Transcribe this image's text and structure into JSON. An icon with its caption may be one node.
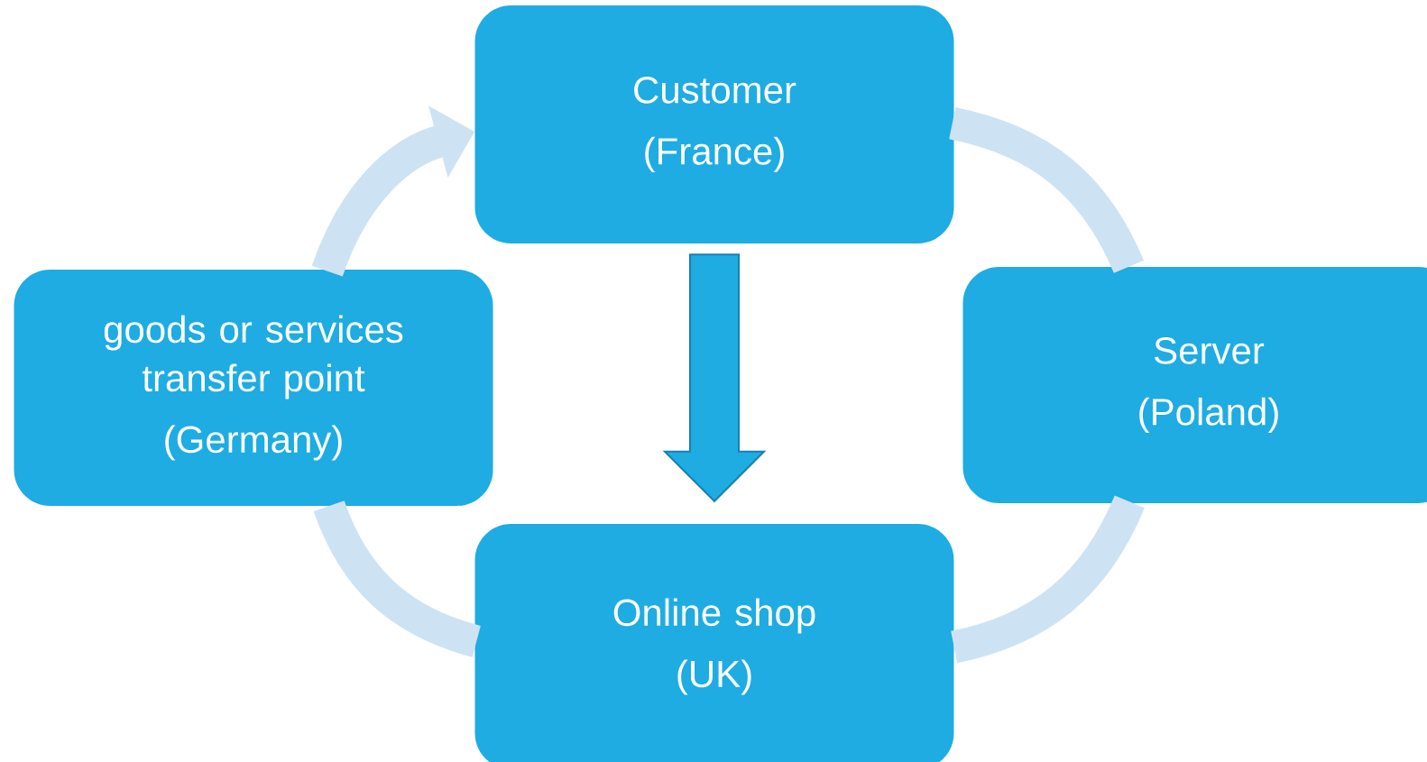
{
  "diagram": {
    "nodes": [
      {
        "text": [
          "Customer",
          "(France)"
        ]
      },
      {
        "text": [
          "Server",
          "(Poland)"
        ]
      },
      {
        "text": [
          "Online shop",
          "(UK)"
        ]
      },
      {
        "text": [
          "goods or services transfer point",
          "(Germany)"
        ]
      }
    ],
    "edges": [
      {
        "from": 0,
        "to": 1,
        "arrow": "none"
      },
      {
        "from": 1,
        "to": 2,
        "arrow": "none"
      },
      {
        "from": 2,
        "to": 3,
        "arrow": "none"
      },
      {
        "from": 3,
        "to": 0,
        "arrow": "to"
      },
      {
        "from": 0,
        "to": 2,
        "arrow": "to",
        "style": "thick",
        "color": "#1eace2"
      }
    ]
  }
}
